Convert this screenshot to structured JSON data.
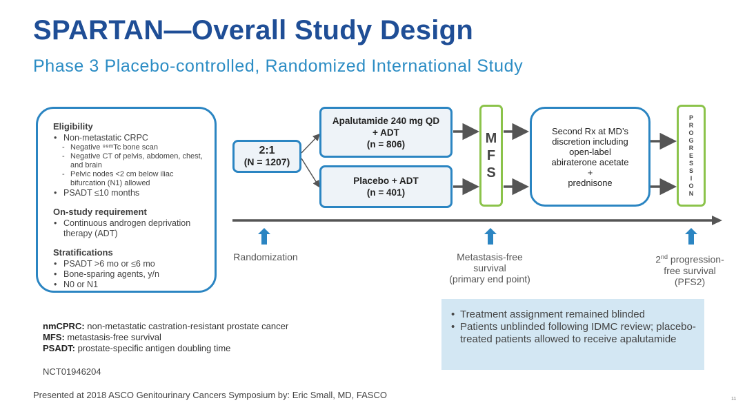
{
  "header": {
    "title": "SPARTAN—Overall Study Design",
    "subtitle": "Phase 3 Placebo-controlled, Randomized International Study"
  },
  "eligibility": {
    "heading": "Eligibility",
    "items": [
      {
        "text": "Non-metastatic CRPC",
        "sub": false
      },
      {
        "text": "Negative ⁹⁹ᵐTc bone scan",
        "sub": true
      },
      {
        "text": "Negative CT of pelvis, abdomen, chest, and brain",
        "sub": true
      },
      {
        "text": "Pelvic nodes <2 cm below iliac bifurcation (N1) allowed",
        "sub": true
      },
      {
        "text": "PSADT ≤10 months",
        "sub": false
      }
    ],
    "onstudy_heading": "On-study requirement",
    "onstudy_items": [
      "Continuous androgen deprivation therapy (ADT)"
    ],
    "strat_heading": "Stratifications",
    "strat_items": [
      "PSADT >6 mo or ≤6 mo",
      "Bone-sparing agents, y/n",
      "N0 or N1"
    ]
  },
  "randomization": {
    "ratio": "2:1",
    "n": "(N = 1207)"
  },
  "arms": [
    {
      "line1": "Apalutamide 240 mg QD",
      "line2": "+ ADT",
      "line3": "(n = 806)"
    },
    {
      "line1": "Placebo + ADT",
      "line2": "(n = 401)"
    }
  ],
  "mfs_box": {
    "letters": [
      "M",
      "F",
      "S"
    ]
  },
  "second_rx": {
    "lines": [
      "Second Rx at MD’s",
      "discretion including",
      "open-label",
      "abiraterone acetate",
      "+",
      "prednisone"
    ]
  },
  "progression_box": {
    "letters": [
      "P",
      "R",
      "O",
      "G",
      "R",
      "E",
      "S",
      "S",
      "I",
      "O",
      "N"
    ]
  },
  "timeline": {
    "randomization_label": "Randomization",
    "mfs_label": [
      "Metastasis-free",
      "survival",
      "(primary end point)"
    ],
    "pfs2_prefix": "2",
    "pfs2_sup": "nd",
    "pfs2_line1_rest": " progression-",
    "pfs2_line2": "free survival",
    "pfs2_line3": "(PFS2)"
  },
  "notes": [
    "Treatment assignment remained blinded",
    "Patients unblinded following IDMC review; placebo-treated patients allowed to receive apalutamide"
  ],
  "abbreviations": [
    {
      "term": "nmCPRC:",
      "def": " non-metastatic castration-resistant prostate cancer"
    },
    {
      "term": "MFS:",
      "def": " metastasis-free survival"
    },
    {
      "term": "PSADT:",
      "def": " prostate-specific antigen doubling time"
    }
  ],
  "nct": "NCT01946204",
  "footer": "Presented at 2018 ASCO Genitourinary Cancers Symposium by: Eric Small, MD, FASCO",
  "page_number": "11",
  "colors": {
    "blue": "#2b85c2",
    "navy": "#1f4e96",
    "green": "#8bc34a",
    "arrow_gray": "#555555",
    "note_bg": "#d3e7f3"
  },
  "icons": [
    "up-arrow-icon",
    "right-arrow-icon"
  ]
}
